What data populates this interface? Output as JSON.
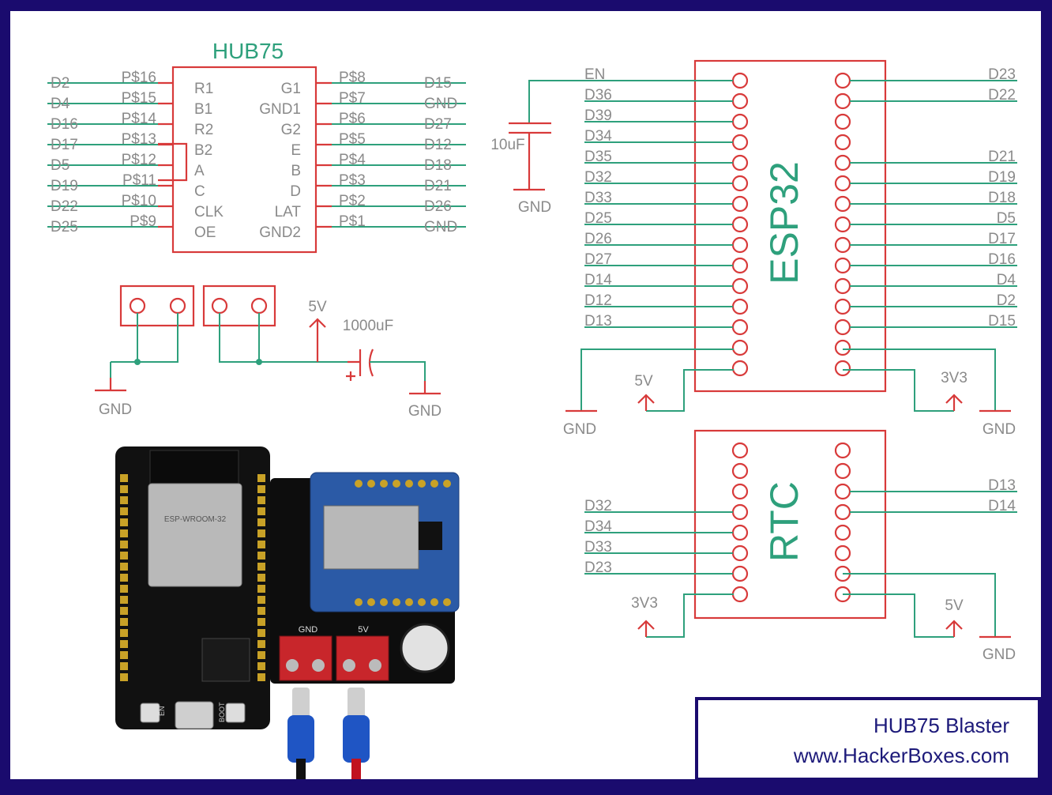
{
  "hub75": {
    "title": "HUB75",
    "left_nets": [
      "D2",
      "D4",
      "D16",
      "D17",
      "D5",
      "D19",
      "D22",
      "D25"
    ],
    "left_pads": [
      "P$16",
      "P$15",
      "P$14",
      "P$13",
      "P$12",
      "P$11",
      "P$10",
      "P$9"
    ],
    "left_pins": [
      "R1",
      "B1",
      "R2",
      "B2",
      "A",
      "C",
      "CLK",
      "OE"
    ],
    "right_pins": [
      "G1",
      "GND1",
      "G2",
      "E",
      "B",
      "D",
      "LAT",
      "GND2"
    ],
    "right_pads": [
      "P$8",
      "P$7",
      "P$6",
      "P$5",
      "P$4",
      "P$3",
      "P$2",
      "P$1"
    ],
    "right_nets": [
      "D15",
      "GND",
      "D27",
      "D12",
      "D18",
      "D21",
      "D26",
      "GND"
    ]
  },
  "power": {
    "gnd_left": "GND",
    "vcc": "5V",
    "cap": "1000uF",
    "gnd_right": "GND"
  },
  "esp32": {
    "title": "ESP32",
    "cap": "10uF",
    "cap_gnd": "GND",
    "left_nets": [
      "EN",
      "D36",
      "D39",
      "D34",
      "D35",
      "D32",
      "D33",
      "D25",
      "D26",
      "D27",
      "D14",
      "D12",
      "D13"
    ],
    "right_nets": [
      "D23",
      "D22",
      "",
      "",
      "D21",
      "D19",
      "D18",
      "D5",
      "D17",
      "D16",
      "D4",
      "D2",
      "D15"
    ],
    "gnd": "GND",
    "vcc": "5V",
    "v33": "3V3",
    "gnd2": "GND"
  },
  "rtc": {
    "title": "RTC",
    "left_nets": [
      "D32",
      "D34",
      "D33",
      "D23"
    ],
    "right_nets": [
      "D13",
      "D14"
    ],
    "v33": "3V3",
    "vcc": "5V",
    "gnd": "GND"
  },
  "photo": {
    "module": "ESP-WROOM-32",
    "gnd_terminal": "GND",
    "v5_terminal": "5V",
    "en_label": "EN",
    "boot_label": "BOOT"
  },
  "footer": {
    "title": "HUB75 Blaster",
    "url": "www.HackerBoxes.com"
  }
}
